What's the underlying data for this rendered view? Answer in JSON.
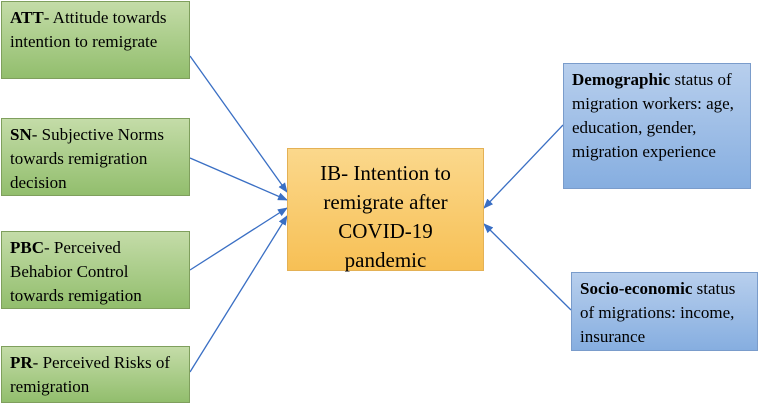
{
  "left_boxes": [
    {
      "bold": "ATT",
      "rest": "- Attitude towards intention to remigrate"
    },
    {
      "bold": "SN",
      "rest": "- Subjective Norms towards remigration decision"
    },
    {
      "bold": "PBC",
      "rest": "- Perceived Behabior Control towards remigation"
    },
    {
      "bold": "PR",
      "rest": "- Perceived Risks of remigration"
    }
  ],
  "center_box": {
    "text": "IB- Intention to remigrate after COVID-19 pandemic"
  },
  "right_boxes": [
    {
      "bold": "Demographic",
      "rest": " status of migration workers: age, education, gender, migration experience"
    },
    {
      "bold": "Socio-economic",
      "rest": " status of migrations: income, insurance"
    }
  ],
  "colors": {
    "left_fill": "#a9cd86",
    "center_fill": "#f9cb6c",
    "right_fill": "#9fbfe8",
    "arrow": "#3a6fc4"
  }
}
